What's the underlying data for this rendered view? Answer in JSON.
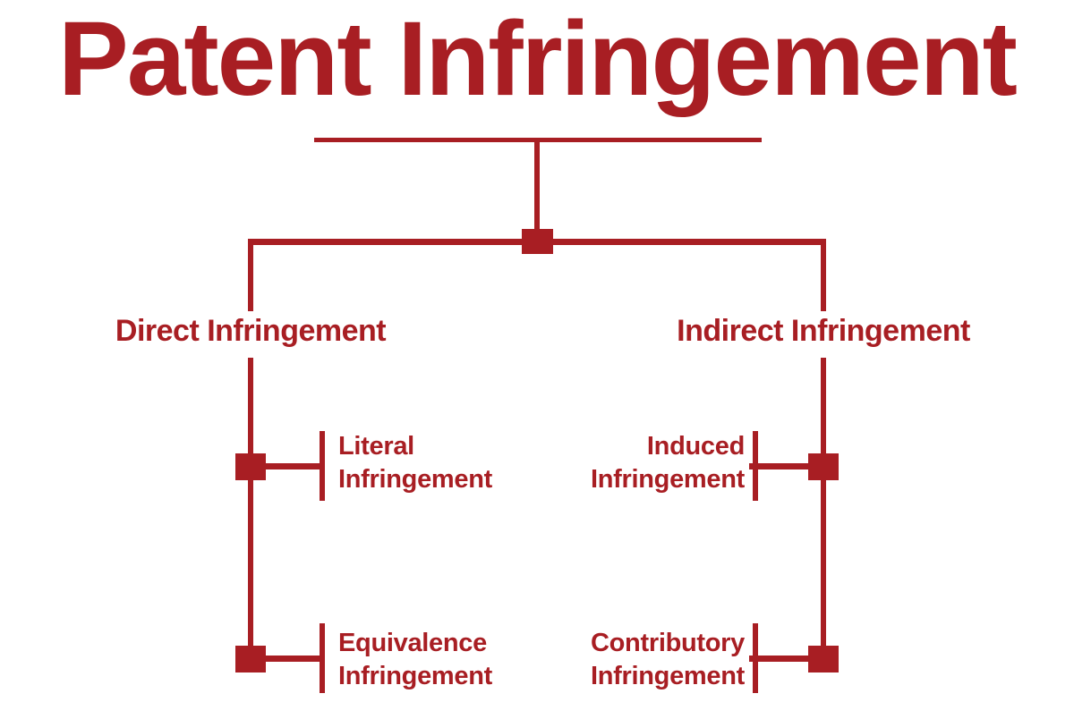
{
  "title": "Patent Infringement",
  "colors": {
    "title_red": "#a81e23",
    "accent_red": "#a81e23"
  },
  "branches": {
    "left": {
      "label": "Direct Infringement",
      "children": [
        {
          "line1": "Literal",
          "line2": "Infringement"
        },
        {
          "line1": "Equivalence",
          "line2": "Infringement"
        }
      ]
    },
    "right": {
      "label": "Indirect Infringement",
      "children": [
        {
          "line1": "Induced",
          "line2": "Infringement"
        },
        {
          "line1": "Contributory",
          "line2": "Infringement"
        }
      ]
    }
  }
}
